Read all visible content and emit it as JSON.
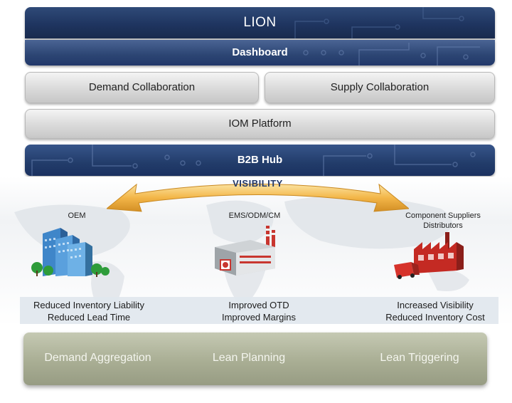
{
  "header": {
    "title": "LION",
    "subtitle": "Dashboard"
  },
  "collaboration": {
    "demand": "Demand Collaboration",
    "supply": "Supply Collaboration"
  },
  "platform": "IOM Platform",
  "hub": "B2B Hub",
  "arrow_label": "VISIBILITY",
  "nodes": {
    "oem": "OEM",
    "ems": "EMS/ODM/CM",
    "suppliers_line1": "Component Suppliers",
    "suppliers_line2": "Distributors"
  },
  "benefits": {
    "oem": [
      "Reduced Inventory Liability",
      "Reduced Lead Time"
    ],
    "ems": [
      "Improved OTD",
      "Improved Margins"
    ],
    "suppliers": [
      "Increased Visibility",
      "Reduced Inventory Cost"
    ]
  },
  "bottom": [
    "Demand Aggregation",
    "Lean Planning",
    "Lean Triggering"
  ],
  "colors": {
    "navy": "#1f3560",
    "gold": "#f0b54a",
    "sage": "#a9ae94",
    "grey": "#dedede"
  }
}
